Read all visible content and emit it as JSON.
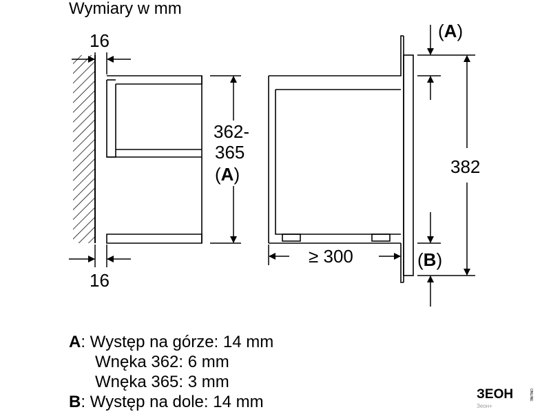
{
  "title": "Wymiary w mm",
  "dimensions": {
    "wall_offset_top": "16",
    "wall_offset_bottom": "16",
    "niche_height_line1": "362-",
    "niche_height_line2": "365",
    "niche_height_line3_open": "(",
    "niche_height_line3_key": "A",
    "niche_height_line3_close": ")",
    "depth": "≥ 300",
    "total_height": "382",
    "marker_a_open": "(",
    "marker_a_key": "A",
    "marker_a_close": ")",
    "marker_b_open": "(",
    "marker_b_key": "B",
    "marker_b_close": ")"
  },
  "legend": {
    "a_key": "A",
    "a_line1": ": Występ na górze: 14 mm",
    "a_line2": "Wnęka 362: 6 mm",
    "a_line3": "Wnęka 365: 3 mm",
    "b_key": "B",
    "b_line1": ": Występ na dole: 14 mm"
  },
  "watermark": {
    "logo_text": "ЗЕОН",
    "logo_side_text": "ONLINE",
    "caption": "Зеон+"
  }
}
